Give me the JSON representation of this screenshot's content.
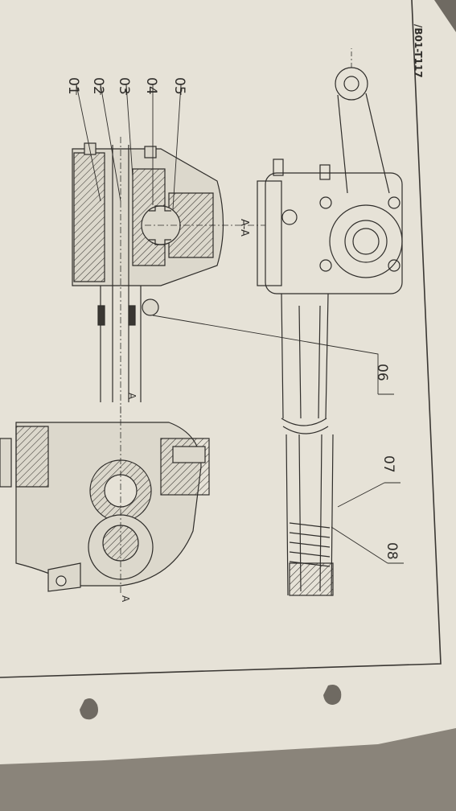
{
  "sheet": {
    "code": "/B01-T117",
    "section_label": "A-A",
    "cut_markers": [
      "A",
      "A"
    ]
  },
  "callouts": [
    {
      "id": "01"
    },
    {
      "id": "02"
    },
    {
      "id": "03"
    },
    {
      "id": "04"
    },
    {
      "id": "05"
    },
    {
      "id": "06"
    },
    {
      "id": "07"
    },
    {
      "id": "08"
    }
  ],
  "colors": {
    "paper": "#e6e2d7",
    "ink": "#2f2d2a",
    "background": "#6f6a62"
  }
}
